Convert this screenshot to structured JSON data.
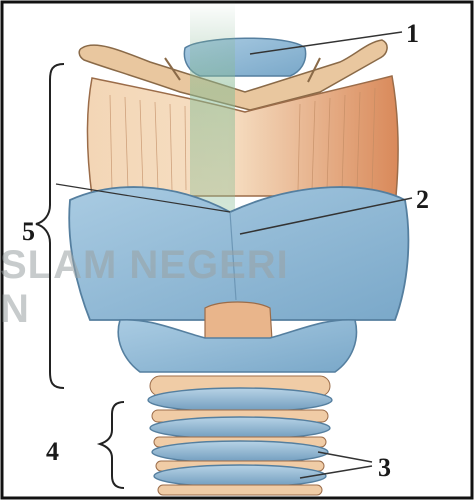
{
  "labels": {
    "label_1": "1",
    "label_2": "2",
    "label_3": "3",
    "label_4": "4",
    "label_5": "5"
  },
  "watermark": {
    "line1": "SLAM NEGERI",
    "line2": "N"
  },
  "colors": {
    "cartilage_blue": "#9ec3dc",
    "cartilage_blue_dark": "#6e9fc2",
    "muscle_orange": "#e3a878",
    "muscle_light": "#f2d1ae",
    "line_color": "#333333",
    "background": "#ffffff"
  }
}
